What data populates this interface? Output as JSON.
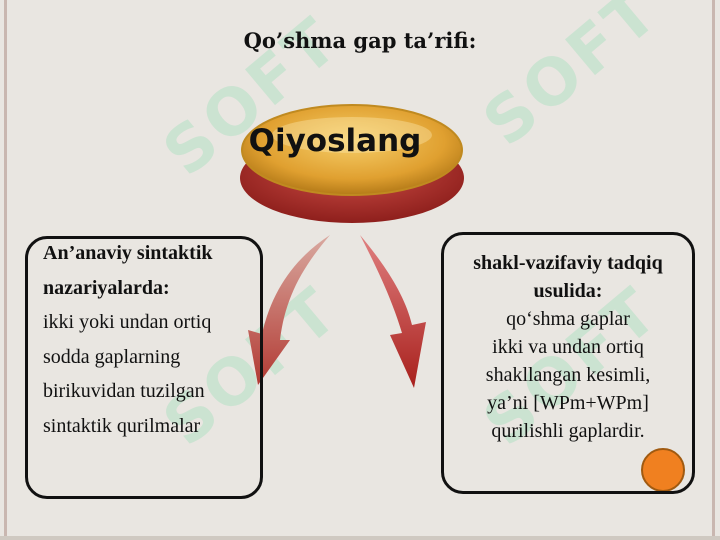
{
  "slide": {
    "title": "Qo’shma gap ta’rifi:",
    "center_label": "Qiyoslang",
    "watermark": "SOFT",
    "left": {
      "heading_lines": [
        "An’anaviy sintaktik",
        "nazariyalarda:"
      ],
      "body_lines": [
        "ikki yoki undan ortiq",
        "sodda gaplarning",
        "birikuvidan tuzilgan",
        "sintaktik qurilmalar"
      ]
    },
    "right": {
      "heading_lines": [
        "shakl-vazifaviy tadqiq",
        "usulida:"
      ],
      "body_lines": [
        "qo‘shma gaplar",
        "ikki va undan ortiq",
        "shakllangan  kesimli,",
        "ya’ni [WPm+WPm]",
        "qurilishli  gaplardir."
      ]
    }
  },
  "colors": {
    "background": "#e9e6e1",
    "oval_gold": "#e0a030",
    "oval_red": "#b02a25",
    "arrow_red": "#c0403a",
    "accent_dot": "#f08020"
  }
}
